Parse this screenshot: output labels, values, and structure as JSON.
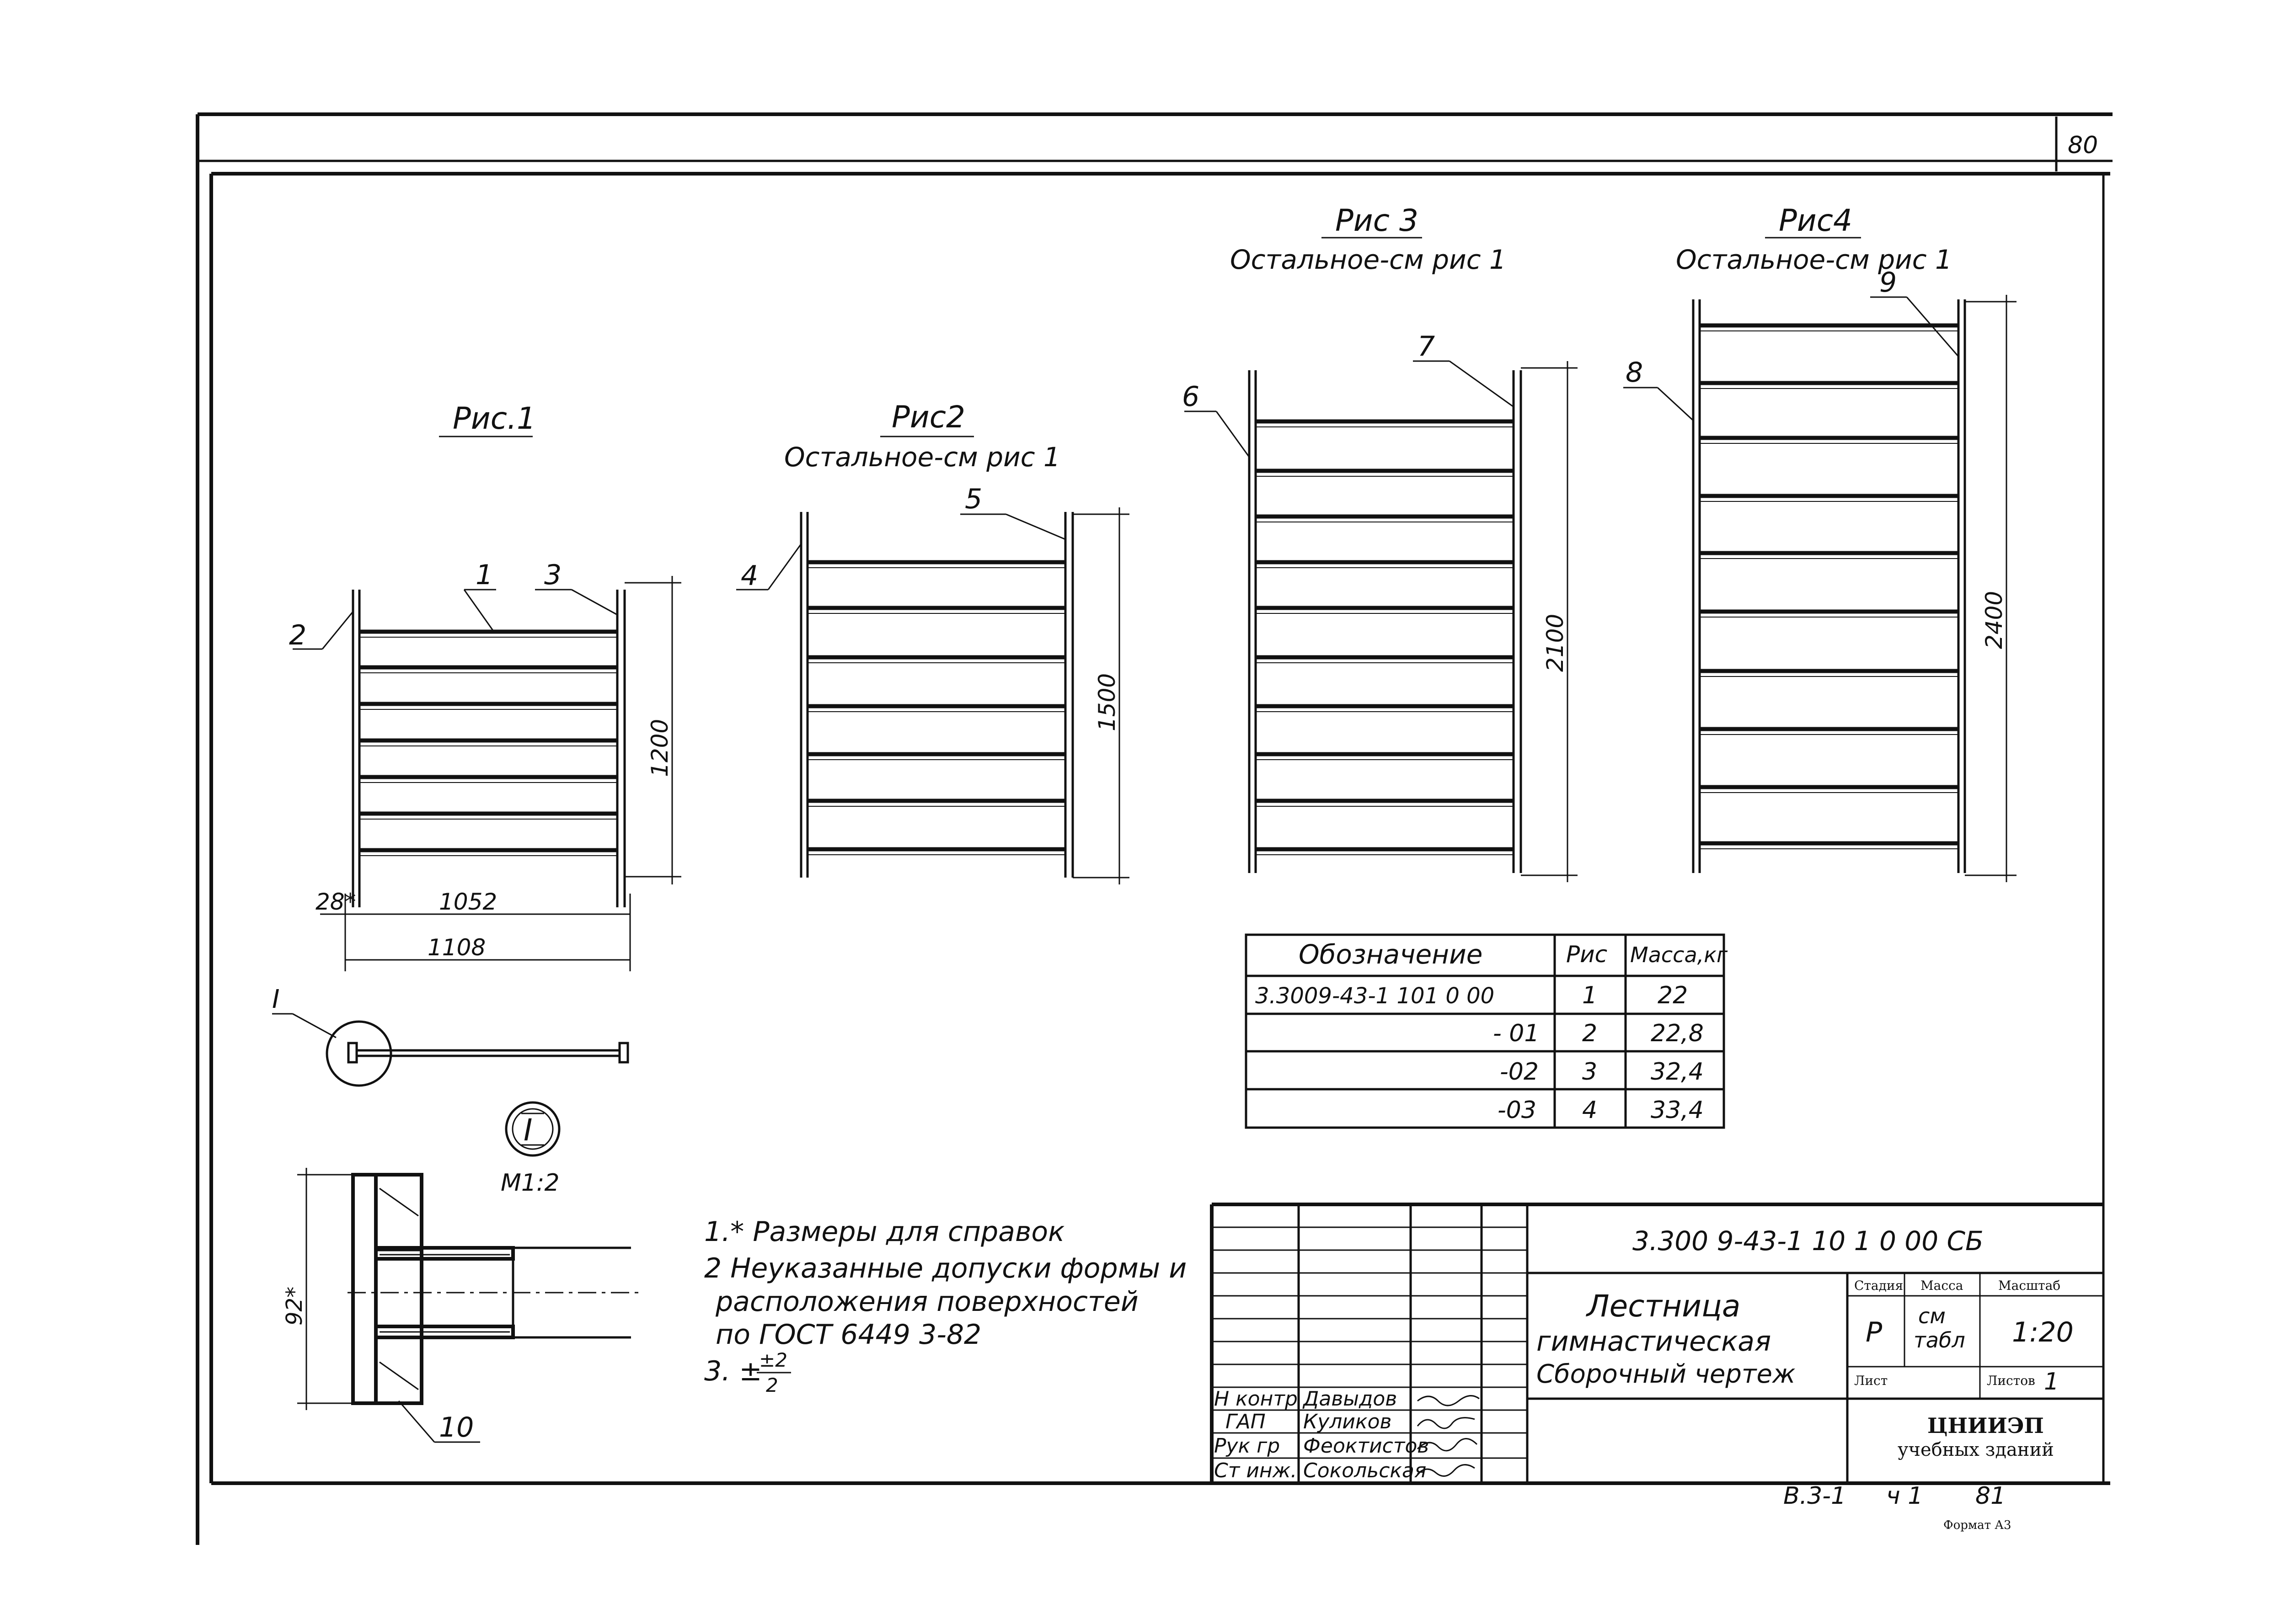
{
  "sheet_number": "80",
  "figures": [
    {
      "title": "Рис.1",
      "note": "",
      "leaders": [
        "1",
        "2",
        "3"
      ],
      "height_dim": "1200"
    },
    {
      "title": "Рис2",
      "note": "Остальное-см рис 1",
      "leaders": [
        "4",
        "5"
      ],
      "height_dim": "1500"
    },
    {
      "title": "Рис 3",
      "note": "Остальное-см рис 1",
      "leaders": [
        "6",
        "7"
      ],
      "height_dim": "2100"
    },
    {
      "title": "Рис4",
      "note": "Остальное-см рис 1",
      "leaders": [
        "8",
        "9"
      ],
      "height_dim": "2400"
    }
  ],
  "dims": {
    "d28": "28*",
    "d1052": "1052",
    "d1108": "1108"
  },
  "section": {
    "callout": "I",
    "view_label": "I",
    "view_scale": "М1:2",
    "height_dim": "92*",
    "leader": "10"
  },
  "spec_table": {
    "headers": [
      "Обозначение",
      "Рис",
      "Масса,кг"
    ],
    "rows": [
      [
        "3.3009-43-1 101 0 00",
        "1",
        "22"
      ],
      [
        "- 01",
        "2",
        "22,8"
      ],
      [
        "-02",
        "3",
        "32,4"
      ],
      [
        "-03",
        "4",
        "33,4"
      ]
    ]
  },
  "notes": {
    "n1": "1.* Размеры для справок",
    "n2a": "2 Неуказанные допуски формы и",
    "n2b": "расположения поверхностей",
    "n2c": "по ГОСТ 6449 3-82",
    "n3": "3. ±",
    "n3_top": "±2",
    "n3_bot": "2"
  },
  "title_block": {
    "doc_code": "3.300 9-43-1 10 1 0 00 СБ",
    "name_line1": "Лестница",
    "name_line2": "гимнастическая",
    "name_line3": "Сборочный чертеж",
    "stage_header": "Стадия",
    "mass_header": "Масса",
    "scale_header": "Масштаб",
    "stage": "Р",
    "mass_line1": "см",
    "mass_line2": "табл",
    "scale": "1:20",
    "sheet_label": "Лист",
    "sheets_label": "Листов",
    "sheets_count": "1",
    "org_line1": "ЦНИИЭП",
    "org_line2": "учебных зданий",
    "staff": [
      {
        "role": "Н контр",
        "name": "Давыдов"
      },
      {
        "role": "ГАП",
        "name": "Куликов"
      },
      {
        "role": "Рук гр",
        "name": "Феоктистов"
      },
      {
        "role": "Ст инж.",
        "name": "Сокольская"
      }
    ]
  },
  "footer": {
    "series": "В.3-1",
    "vol": "ч 1",
    "page": "81",
    "format": "Формат А3"
  }
}
